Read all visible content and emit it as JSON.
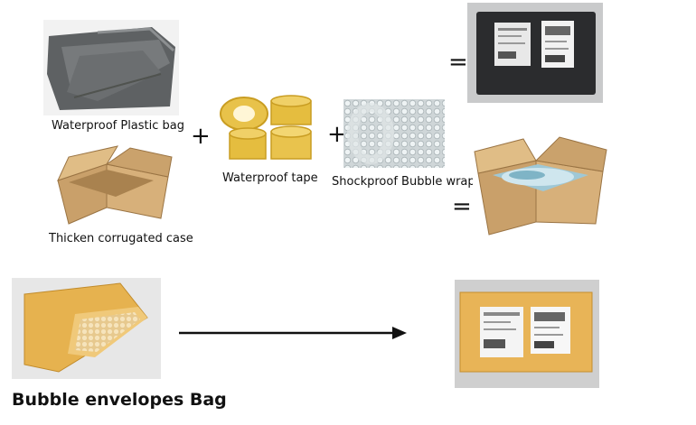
{
  "labels": {
    "plastic_bag": "Waterproof Plastic bag",
    "tape": "Waterproof tape",
    "bubble_wrap": "Shockproof Bubble wrap",
    "corrugated_case": "Thicken corrugated case",
    "bubble_envelope": "Bubble envelopes Bag"
  },
  "operators": {
    "plus": "+",
    "equals": "="
  },
  "colors": {
    "plastic_grey": "#6a6d6f",
    "dark_package": "#2b2c2e",
    "cardboard": "#c9a06a",
    "tape_yellow": "#e8c24a",
    "envelope_yellow": "#e6b24f",
    "arrow": "#111111"
  }
}
